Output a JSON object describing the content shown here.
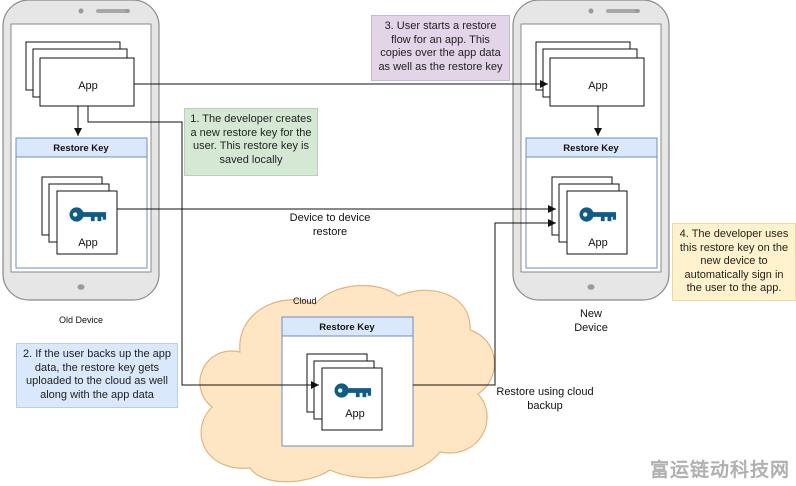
{
  "old_device": {
    "app_label": "App",
    "restore_key_header": "Restore Key",
    "key_app_label": "App",
    "device_label": "Old Device"
  },
  "new_device": {
    "app_label": "App",
    "restore_key_header": "Restore Key",
    "key_app_label": "App",
    "device_label": "New\nDevice"
  },
  "cloud": {
    "label": "Cloud",
    "restore_key_header": "Restore Key",
    "key_app_label": "App"
  },
  "notes": {
    "step1": "1. The developer creates a new restore key for the user. This restore key is saved locally",
    "step2": "2. If the user backs up the app data, the restore key gets uploaded to the cloud as well along with the app data",
    "step3": "3. User starts a restore flow for an app. This copies over the app data as well as the restore key",
    "step4": "4. The developer uses this restore key on the new device to automatically sign in the user to the app."
  },
  "edges": {
    "device_to_device": "Device to device\nrestore",
    "cloud_restore": "Restore using cloud\nbackup"
  },
  "watermark": "富运链动科技网",
  "colors": {
    "phone_body": "#e6e6e6",
    "phone_stroke": "#8a8a8a",
    "restore_key_header": "#dae8fc",
    "cloud_fill": "#fee6c4",
    "cloud_stroke": "#e3b47b",
    "key_icon": "#0f5d86",
    "note_green": "#d5e8d4",
    "note_blue": "#dae8fc",
    "note_purple": "#e1d5e7",
    "note_yellow": "#fff2cc"
  }
}
